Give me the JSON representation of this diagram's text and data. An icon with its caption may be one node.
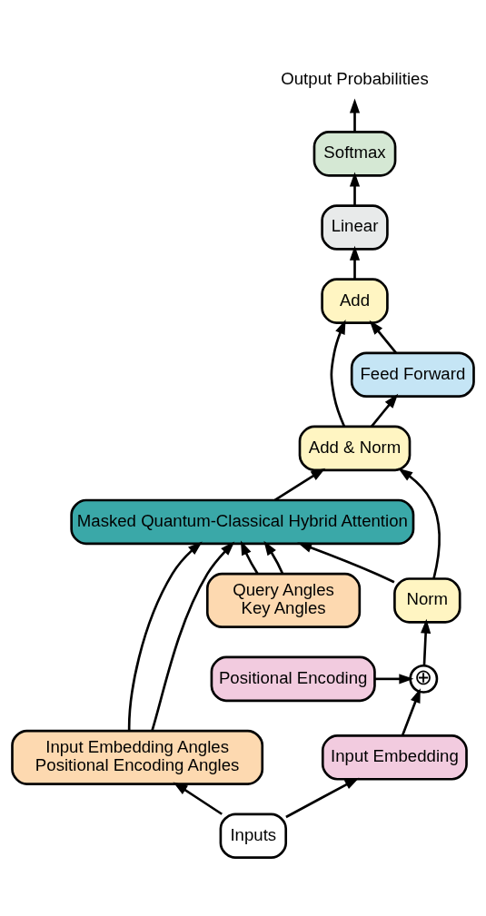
{
  "diagram": {
    "nodes": [
      {
        "text": [
          "Output Probabilities"
        ]
      },
      {
        "text": [
          "Softmax"
        ]
      },
      {
        "text": [
          "Linear"
        ]
      },
      {
        "text": [
          "Add"
        ]
      },
      {
        "text": [
          "Feed Forward"
        ]
      },
      {
        "text": [
          "Add & Norm"
        ]
      },
      {
        "text": [
          "Masked Quantum-Classical Hybrid Attention"
        ]
      },
      {
        "text": [
          "Norm"
        ]
      },
      {
        "text": [
          "Query Angles",
          "Key Angles"
        ]
      },
      {
        "text": [
          "Positional Encoding"
        ]
      },
      {
        "text": [
          "⊕"
        ]
      },
      {
        "text": [
          "Input Embedding Angles",
          "Positional Encoding Angles"
        ]
      },
      {
        "text": [
          "Input Embedding"
        ]
      },
      {
        "text": [
          "Inputs"
        ]
      }
    ],
    "edges": [
      {
        "from": 1,
        "to": 0,
        "arrow": "to"
      },
      {
        "from": 2,
        "to": 1,
        "arrow": "to"
      },
      {
        "from": 3,
        "to": 2,
        "arrow": "to"
      },
      {
        "from": 4,
        "to": 3,
        "arrow": "to"
      },
      {
        "from": 5,
        "to": 4,
        "arrow": "to"
      },
      {
        "from": 5,
        "to": 3,
        "arrow": "to"
      },
      {
        "from": 6,
        "to": 5,
        "arrow": "to"
      },
      {
        "from": 7,
        "to": 6,
        "arrow": "to"
      },
      {
        "from": 7,
        "to": 5,
        "arrow": "to"
      },
      {
        "from": 8,
        "to": 6,
        "arrow": "to"
      },
      {
        "from": 8,
        "to": 6,
        "arrow": "to"
      },
      {
        "from": 11,
        "to": 6,
        "arrow": "to"
      },
      {
        "from": 11,
        "to": 6,
        "arrow": "to"
      },
      {
        "from": 10,
        "to": 7,
        "arrow": "to"
      },
      {
        "from": 9,
        "to": 10,
        "arrow": "to"
      },
      {
        "from": 12,
        "to": 10,
        "arrow": "to"
      },
      {
        "from": 13,
        "to": 11,
        "arrow": "to"
      },
      {
        "from": 13,
        "to": 12,
        "arrow": "to"
      }
    ]
  }
}
